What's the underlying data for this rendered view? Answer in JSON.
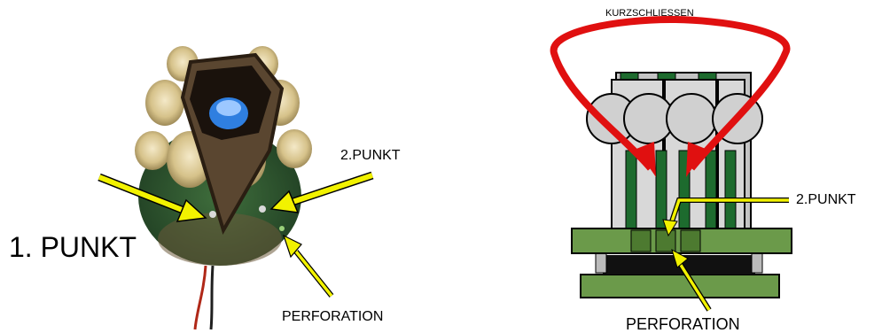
{
  "left_photo": {
    "label_point1": "1. PUNKT",
    "label_point2": "2.PUNKT",
    "label_perforation": "PERFORATION"
  },
  "right_diagram": {
    "label_short": "KURZSCHLIESSEN",
    "label_point2": "2.PUNKT",
    "label_perforation": "PERFORATION"
  },
  "colors": {
    "arrow_yellow": "#f2f200",
    "short_red": "#e01010",
    "board_green": "#6b9a4a",
    "pin_green": "#1d6b2e",
    "led_gray": "#d0d0d0"
  }
}
